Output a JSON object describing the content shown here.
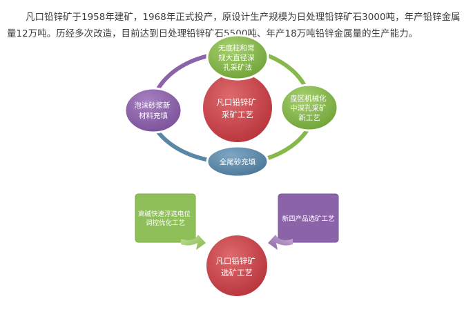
{
  "intro": "凡口铅锌矿于1958年建矿，1968年正式投产，原设计生产规模为日处理铅锌矿石3000吨，年产铅锌金属量12万吨。历经多次改造，目前达到日处理铅锌矿石5500吨、年产18万吨铅锌金属量的生产能力。",
  "mining_cycle": {
    "center": [
      "凡口铅锌矿",
      "采矿工艺"
    ],
    "top": [
      "无底柱和常",
      "规大直径深",
      "孔采矿法"
    ],
    "right": [
      "盘区机械化",
      "中深孔采矿",
      "新工艺"
    ],
    "bottom": [
      "全尾砂充填"
    ],
    "left": [
      "泡沫砂浆新",
      "材料充填"
    ]
  },
  "processing": {
    "left_box": [
      "高碱快速浮选电位",
      "调控优化工艺"
    ],
    "right_box": [
      "新四产品选矿工艺"
    ],
    "center": [
      "凡口铅锌矿",
      "选矿工艺"
    ]
  },
  "colors": {
    "purple": "#8b63a8",
    "green": "#86b94a",
    "blue": "#5b87a6",
    "red": "#c9444a"
  }
}
